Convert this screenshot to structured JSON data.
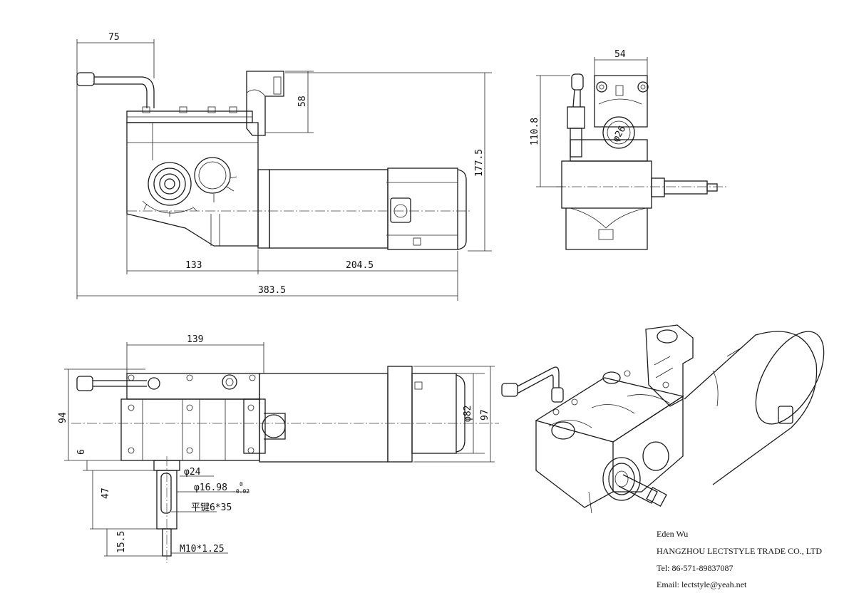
{
  "dimensions": {
    "top_offset": "75",
    "height_top": "58",
    "height_total": "177.5",
    "gearbox_length": "133",
    "motor_length": "204.5",
    "total_length": "383.5",
    "side_width": "54",
    "side_height": "110.8",
    "bore_dia": "φ26",
    "plan_gear_width": "139",
    "plan_height": "94",
    "plan_offset": "6",
    "motor_dia": "φ82",
    "motor_total": "97",
    "shaft_dia_24": "φ24",
    "shaft_dia_16": "φ16.98",
    "shaft_tol_upper": "0",
    "shaft_tol_lower": "-0.02",
    "key_label": "平键6*35",
    "shaft_length": "47",
    "thread_length": "15.5",
    "thread_label": "M10*1.25"
  },
  "contact": {
    "name": "Eden Wu",
    "company": "HANGZHOU LECTSTYLE TRADE CO., LTD",
    "tel": "Tel: 86-571-89837087",
    "email": "Email: lectstyle@yeah.net"
  }
}
